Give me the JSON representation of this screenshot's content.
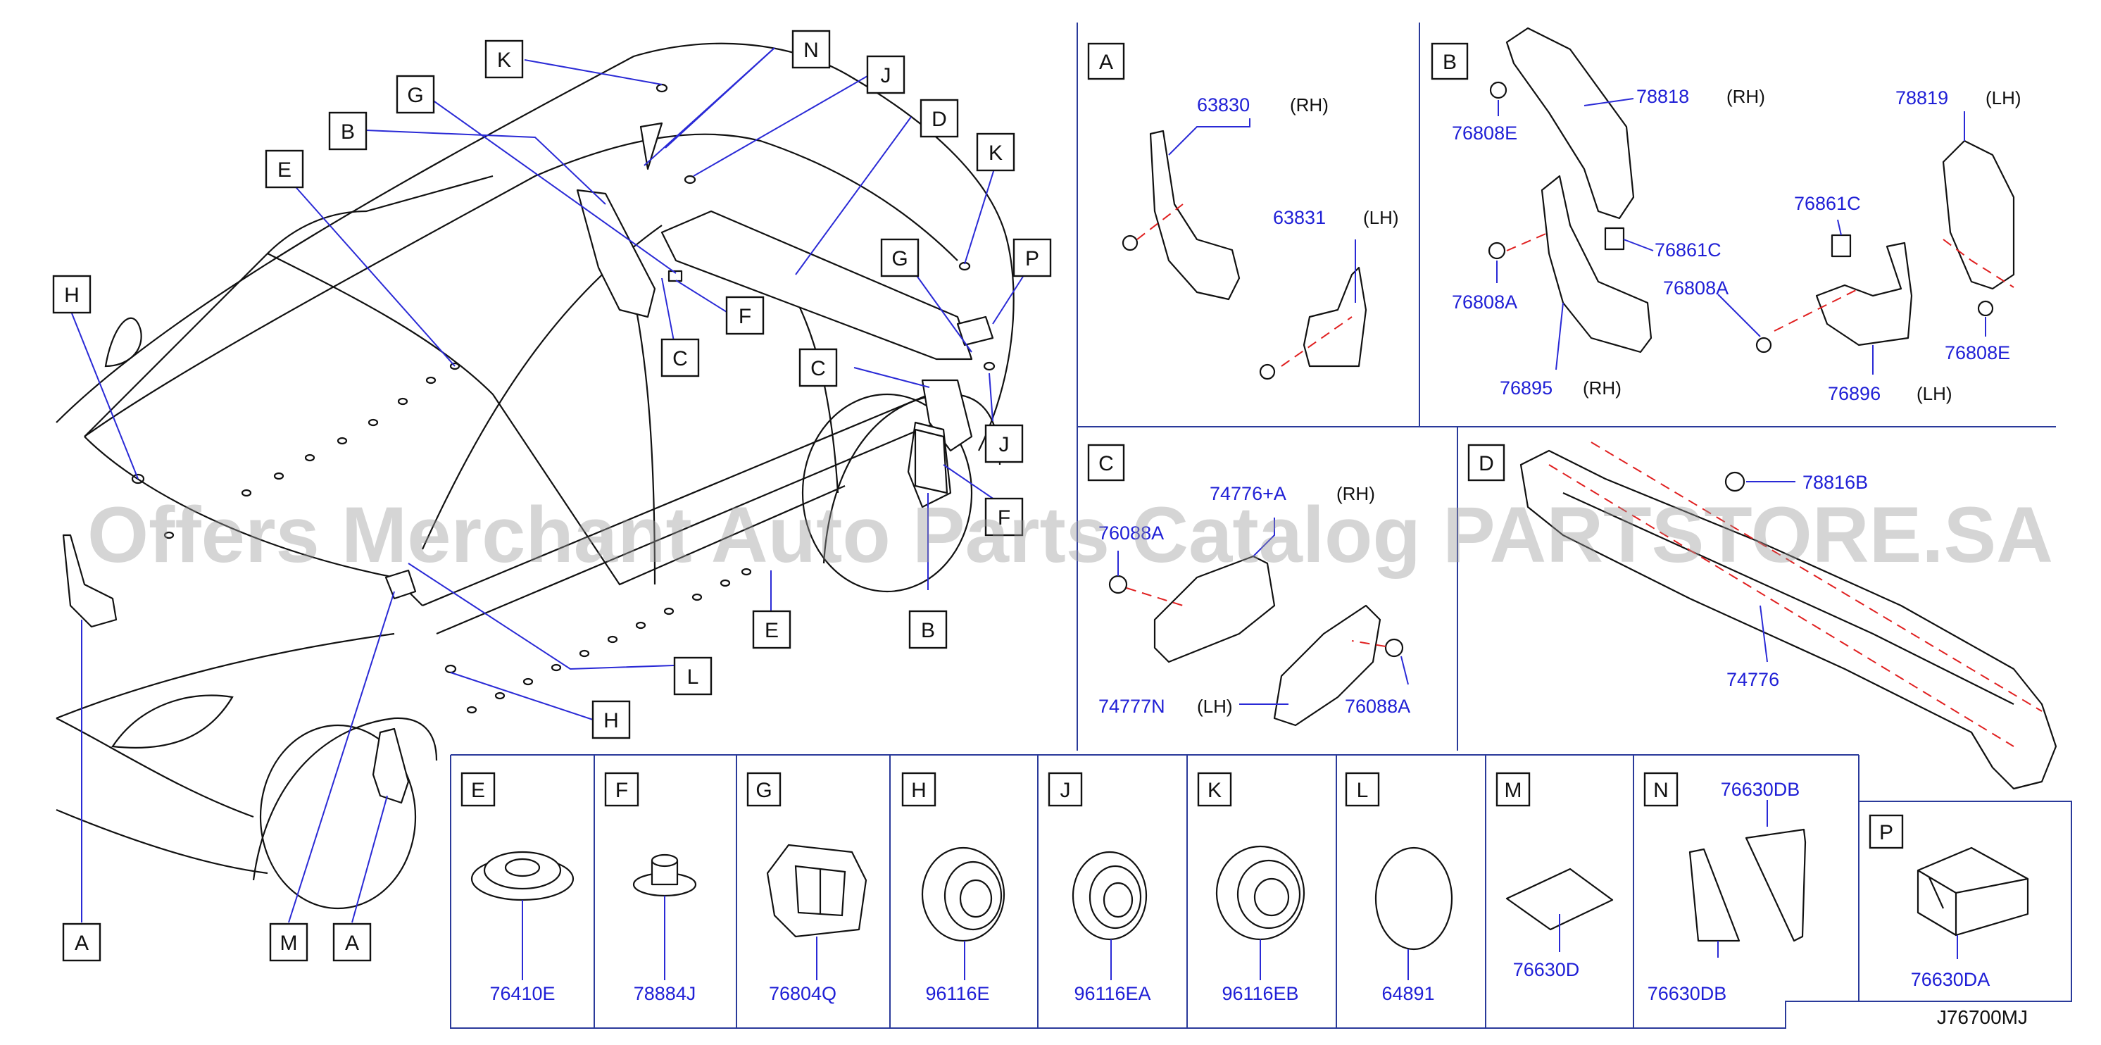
{
  "car_callouts": {
    "K1": "K",
    "N": "N",
    "J1": "J",
    "G1": "G",
    "D": "D",
    "B1": "B",
    "K2": "K",
    "E1": "E",
    "G2": "G",
    "P": "P",
    "F1": "F",
    "C1": "C",
    "H1": "H",
    "C2": "C",
    "J2": "J",
    "F2": "F",
    "B2": "B",
    "E2": "E",
    "L": "L",
    "H2": "H",
    "A1": "A",
    "M": "M",
    "A2": "A"
  },
  "panel_a": {
    "title": "A",
    "parts": [
      {
        "number": "63830",
        "side": "(RH)"
      },
      {
        "number": "63831",
        "side": "(LH)"
      }
    ]
  },
  "panel_b": {
    "title": "B",
    "parts": [
      {
        "number": "78818",
        "side": "(RH)"
      },
      {
        "number": "78819",
        "side": "(LH)"
      },
      {
        "number": "76808E"
      },
      {
        "number": "76861C"
      },
      {
        "number": "76861C"
      },
      {
        "number": "76808A"
      },
      {
        "number": "76808A"
      },
      {
        "number": "76808E"
      },
      {
        "number": "76895",
        "side": "(RH)"
      },
      {
        "number": "76896",
        "side": "(LH)"
      }
    ]
  },
  "panel_c": {
    "title": "C",
    "parts": [
      {
        "number": "74776+A",
        "side": "(RH)"
      },
      {
        "number": "76088A"
      },
      {
        "number": "74777N",
        "side": "(LH)"
      },
      {
        "number": "76088A"
      }
    ]
  },
  "panel_d": {
    "title": "D",
    "parts": [
      {
        "number": "78816B"
      },
      {
        "number": "74776"
      }
    ]
  },
  "fasteners": [
    {
      "letter": "E",
      "number": "76410E"
    },
    {
      "letter": "F",
      "number": "78884J"
    },
    {
      "letter": "G",
      "number": "76804Q"
    },
    {
      "letter": "H",
      "number": "96116E"
    },
    {
      "letter": "J",
      "number": "96116EA"
    },
    {
      "letter": "K",
      "number": "96116EB"
    },
    {
      "letter": "L",
      "number": "64891"
    },
    {
      "letter": "M",
      "number": "76630D"
    },
    {
      "letter": "N",
      "number": "76630DB",
      "number2": "76630DB"
    },
    {
      "letter": "P",
      "number": "76630DA"
    }
  ],
  "diagram_code": "J76700MJ",
  "watermark": "Offers Merchant Auto Parts Catalog PARTSTORE.SA",
  "colors": {
    "part_number": "#1f1fd6",
    "panel_border": "#2a3a9a",
    "leader": "#2a2ad6",
    "dashed": "#e02020"
  }
}
